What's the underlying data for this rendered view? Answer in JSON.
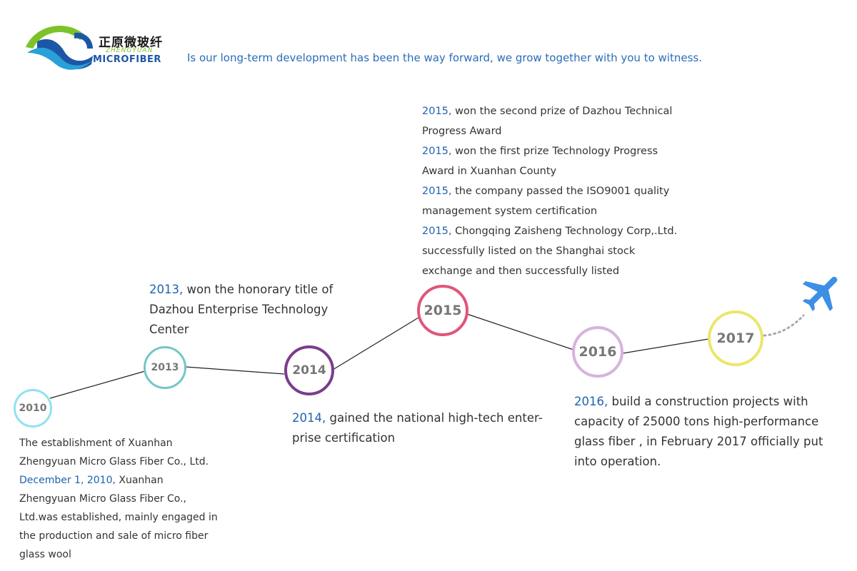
{
  "logo": {
    "cn": "正原微玻纤",
    "pinyin": "ZHENGYUAN",
    "en": "MICROFIBER",
    "icon": "zhengyuan-logo-icon"
  },
  "tagline": "Is our long-term development has been the way forward, we grow together with you to witness.",
  "nodes": [
    {
      "label": "2010",
      "color": "#8ee3ef"
    },
    {
      "label": "2013",
      "color": "#72c7c6"
    },
    {
      "label": "2014",
      "color": "#7b3d8b"
    },
    {
      "label": "2015",
      "color": "#e0567a"
    },
    {
      "label": "2016",
      "color": "#d7b3de"
    },
    {
      "label": "2017",
      "color": "#ece56a"
    }
  ],
  "events": {
    "e2010": {
      "intro": "The establishment of Xuanhan Zhengyuan Micro Glass Fiber Co., Ltd.",
      "year": "December 1, 2010,",
      "text": " Xuanhan Zhengyuan Micro Glass Fiber Co., Ltd.was established, mainly engaged in the production and sale of micro fiber glass wool"
    },
    "e2013": {
      "year": "2013,",
      "text": " won the honorary title of Dazhou Enterprise Technology Center"
    },
    "e2014": {
      "year": "2014,",
      "text": " gained the national high-tech enter-prise certification"
    },
    "e2015": [
      {
        "year": "2015,",
        "text": " won the second prize of Dazhou Technical Progress Award"
      },
      {
        "year": "2015,",
        "text": " won the first prize Technology Progress Award in Xuanhan County"
      },
      {
        "year": "2015,",
        "text": " the company passed the ISO9001 quality management system certification"
      },
      {
        "year": "2015,",
        "text": " Chongqing Zaisheng Technology Corp,.Ltd. successfully listed on the Shanghai stock exchange and then successfully listed"
      }
    ],
    "e2016": {
      "year": "2016,",
      "text": " build a construction projects with capacity of 25000 tons high-performance glass fiber , in February 2017 officially put into operation."
    }
  },
  "colors": {
    "accent_blue": "#1e63b0",
    "plane": "#3d8fe6",
    "line": "#222222",
    "dotted": "#aaaaaa"
  },
  "icons": {
    "plane": "airplane-icon"
  }
}
